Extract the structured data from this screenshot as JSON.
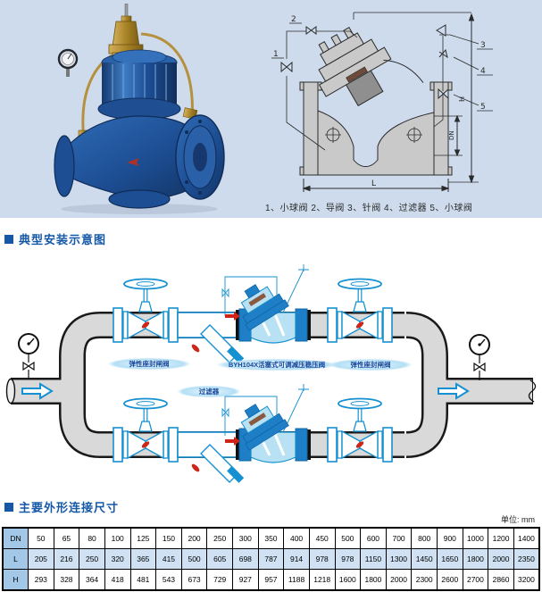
{
  "colors": {
    "top_bg": "#cedbec",
    "section_title_blue": "#1558a8",
    "diagram_blue": "#1590d0",
    "diagram_light_blue": "#b8e2f4",
    "pipe_gray": "#d9d9d9",
    "red_accent": "#cf2418",
    "valve_body_blue": "#1d4e94",
    "brass": "#b5903e",
    "drawing_gray": "#c9c9c9",
    "table_label_bg": "#a3c7e7",
    "table_l_row_bg": "#cfe1f2"
  },
  "top_section": {
    "drawing": {
      "callout_1": "1",
      "callout_2": "2",
      "callout_3": "3",
      "callout_4": "4",
      "callout_5": "5",
      "dim_l": "L",
      "dim_dn": "DN",
      "dim_h": "H"
    },
    "caption": "1、小球阀  2、导阀  3、针阀  4、过滤器  5、小球阀"
  },
  "install_section": {
    "title": "典型安装示意图",
    "labels": {
      "gate_valve_left": "弹性座封闸阀",
      "main_valve": "BYH104X活塞式可调减压稳压阀",
      "gate_valve_right": "弹性座封闸阀",
      "strainer": "过滤器"
    }
  },
  "dims_section": {
    "title": "主要外形连接尺寸",
    "unit": "单位: mm"
  },
  "chart_data": {
    "type": "table",
    "rows": [
      {
        "key": "dn",
        "label": "DN",
        "values": [
          "50",
          "65",
          "80",
          "100",
          "125",
          "150",
          "200",
          "250",
          "300",
          "350",
          "400",
          "450",
          "500",
          "600",
          "700",
          "800",
          "900",
          "1000",
          "1200",
          "1400"
        ]
      },
      {
        "key": "l",
        "label": "L",
        "values": [
          "205",
          "216",
          "250",
          "320",
          "365",
          "415",
          "500",
          "605",
          "698",
          "787",
          "914",
          "978",
          "978",
          "1150",
          "1300",
          "1450",
          "1650",
          "1800",
          "2000",
          "2350"
        ]
      },
      {
        "key": "h",
        "label": "H",
        "values": [
          "293",
          "328",
          "364",
          "418",
          "481",
          "543",
          "673",
          "729",
          "927",
          "957",
          "1188",
          "1218",
          "1600",
          "1800",
          "2000",
          "2300",
          "2600",
          "2700",
          "2860",
          "3200"
        ]
      }
    ]
  }
}
